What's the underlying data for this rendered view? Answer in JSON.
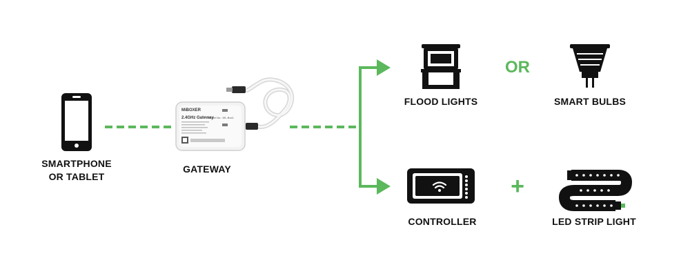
{
  "colors": {
    "accent_green": "#5cb85c",
    "icon_black": "#111111",
    "label_text": "#111111"
  },
  "nodes": {
    "smartphone": {
      "label_line1": "SMARTPHONE",
      "label_line2": "OR TABLET",
      "icon": "smartphone-icon"
    },
    "gateway": {
      "label": "GATEWAY",
      "icon": "gateway-device",
      "device_brand": "MiBOXER",
      "device_title": "2.4GHz Gateway",
      "device_model": "Model No.: WL-Box1"
    },
    "flood_lights": {
      "label": "FLOOD LIGHTS",
      "icon": "flood-light-icon"
    },
    "smart_bulbs": {
      "label": "SMART BULBS",
      "icon": "smart-bulb-icon"
    },
    "controller": {
      "label": "CONTROLLER",
      "icon": "controller-icon"
    },
    "led_strip": {
      "label": "LED STRIP LIGHT",
      "icon": "led-strip-icon"
    }
  },
  "connectors": {
    "or_text": "OR",
    "plus_text": "+"
  }
}
